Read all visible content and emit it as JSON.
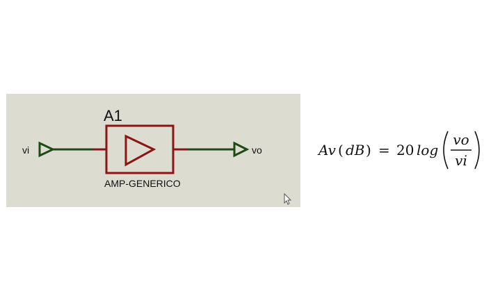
{
  "schematic": {
    "background_color": "#dcdcd0",
    "wire_color": "#1e4a14",
    "pin_color": "#8b1414",
    "body_color": "#8b1414",
    "component_ref": "A1",
    "component_value": "AMP-GENERICO",
    "input_terminal": "vi",
    "output_terminal": "vo",
    "cursor_icon": "mouse-pointer-icon"
  },
  "formula": {
    "lhs_var": "Av",
    "lhs_open": "(",
    "lhs_unit": "dB",
    "lhs_close": ")",
    "equals": "=",
    "coefficient": "20",
    "function": "log",
    "numerator": "vo",
    "denominator": "vi"
  }
}
